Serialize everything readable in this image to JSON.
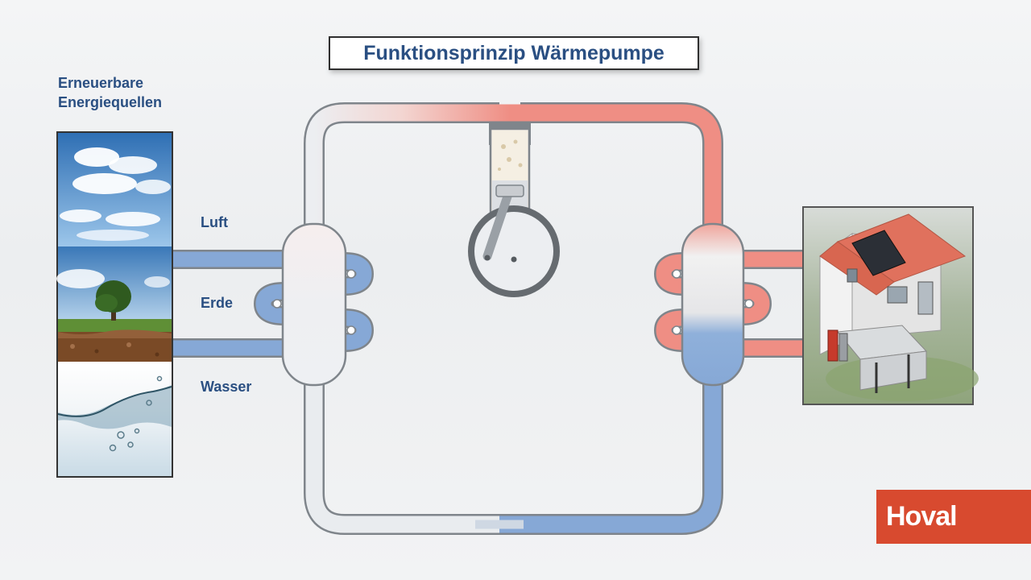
{
  "title": "Funktionsprinzip Wärmepumpe",
  "sources": {
    "heading_line1": "Erneuerbare",
    "heading_line2": "Energiequellen",
    "items": [
      {
        "label": "Luft"
      },
      {
        "label": "Erde"
      },
      {
        "label": "Wasser"
      }
    ]
  },
  "logo": {
    "text": "Hoval"
  },
  "colors": {
    "title_text": "#2a4f82",
    "hot_pipe": "#ef8e84",
    "cold_pipe": "#86a8d6",
    "neutral_pipe": "#e9ecef",
    "logo_bg": "#d84a2f"
  }
}
